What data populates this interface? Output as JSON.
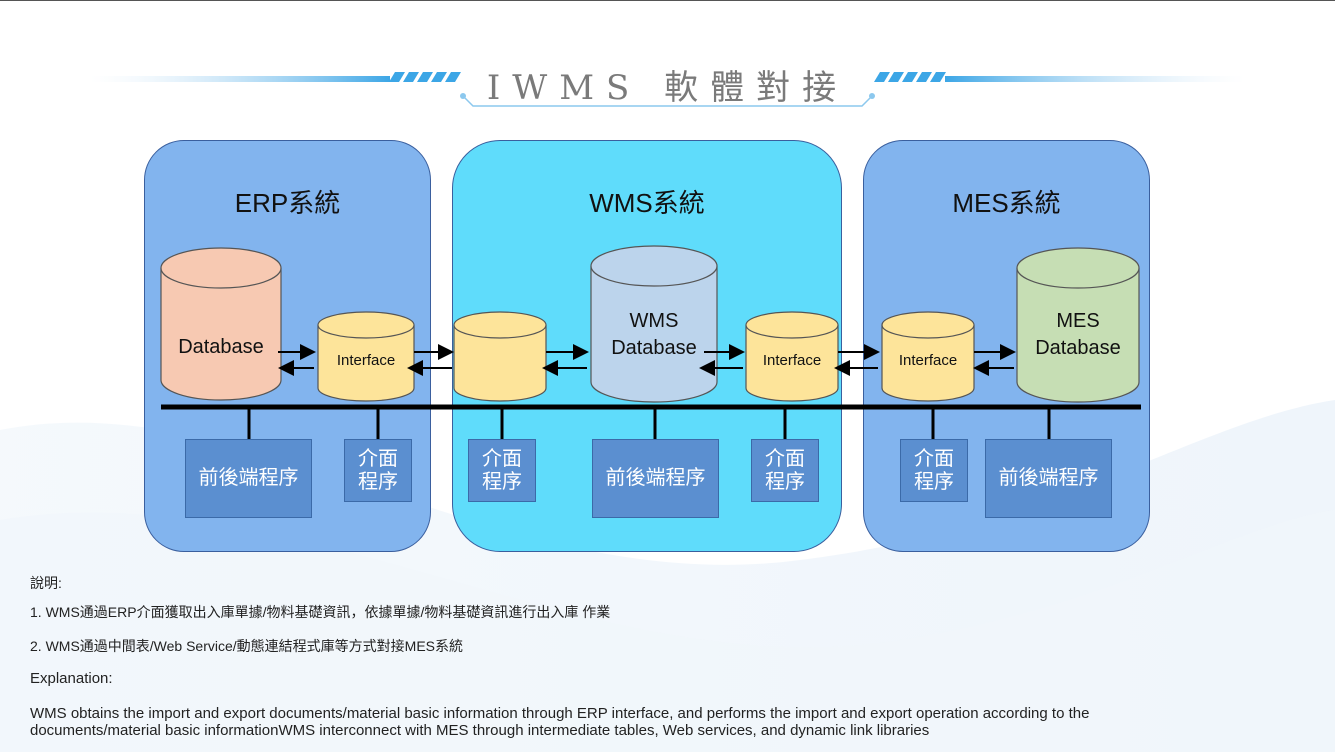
{
  "title": "IWMS 軟體對接",
  "systems": {
    "erp": {
      "title": "ERP系統",
      "database": "Database",
      "interface": "Interface",
      "program_box": "前後端程序",
      "interface_box": "介面\n程序"
    },
    "wms": {
      "title": "WMS系統",
      "database": "WMS\nDatabase",
      "interface": "Interface",
      "program_box": "前後端程序",
      "interface_box_left": "介面\n程序",
      "interface_box_right": "介面\n程序"
    },
    "mes": {
      "title": "MES系統",
      "database": "MES\nDatabase",
      "interface": "Interface",
      "program_box": "前後端程序",
      "interface_box": "介面\n程序"
    }
  },
  "colors": {
    "erp_panel": "#82b4ee",
    "wms_panel": "#5fdcfb",
    "mes_panel": "#82b4ee",
    "erp_db": "#f7c9b2",
    "wms_db": "#bcd4ec",
    "mes_db": "#c6deb4",
    "interface": "#fde49a",
    "box": "#5b8fd0"
  },
  "notes": {
    "heading": "說明:",
    "item1": "1. WMS通過ERP介面獲取出入庫單據/物料基礎資訊，依據單據/物料基礎資訊進行出入庫 作業",
    "item2": "2.  WMS通過中間表/Web Service/動態連結程式庫等方式對接MES系統",
    "explanation_heading": "Explanation:",
    "explanation_line1": "WMS obtains the import and export documents/material basic information through ERP interface, and performs the import and export operation according to the",
    "explanation_line2": "documents/material basic informationWMS interconnect with MES through intermediate tables, Web services, and dynamic link libraries"
  }
}
